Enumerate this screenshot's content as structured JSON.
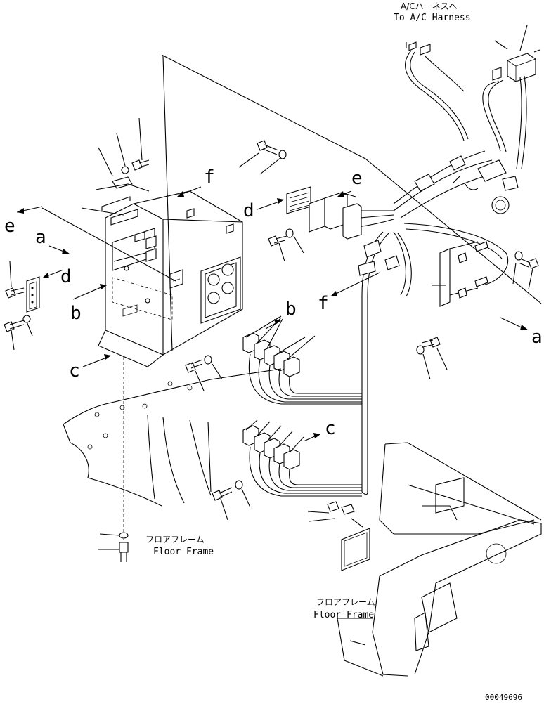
{
  "labels": {
    "harness_jp": "A/Cハーネスへ",
    "harness_en": "To A/C Harness",
    "floor1_jp": "フロアフレーム",
    "floor1_en": "Floor Frame",
    "floor2_jp": "フロアフレーム",
    "floor2_en": "Floor Frame",
    "drawing_number": "00049696"
  },
  "callouts": {
    "e_left": "e",
    "a_left": "a",
    "d_left": "d",
    "b_left": "b",
    "c_left": "c",
    "f_top": "f",
    "d_mid": "d",
    "e_mid": "e",
    "f_mid": "f",
    "b_mid": "b",
    "c_mid": "c",
    "a_right": "a"
  }
}
